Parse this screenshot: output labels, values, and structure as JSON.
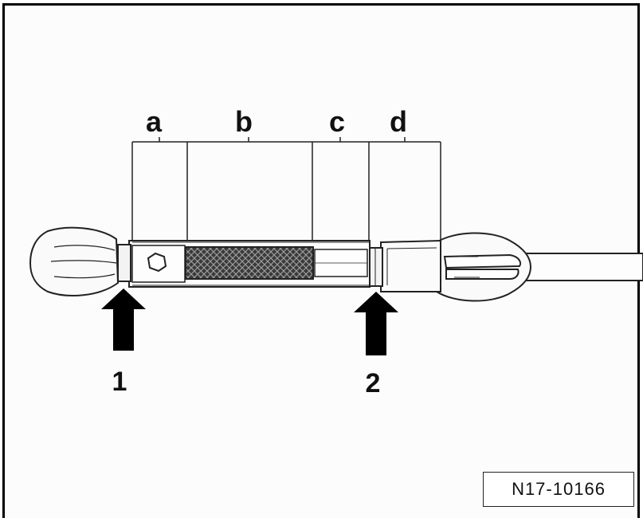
{
  "figure": {
    "segment_labels": {
      "a": "a",
      "b": "b",
      "c": "c",
      "d": "d"
    },
    "arrow_labels": {
      "one": "1",
      "two": "2"
    },
    "reference_number": "N17-10166"
  }
}
